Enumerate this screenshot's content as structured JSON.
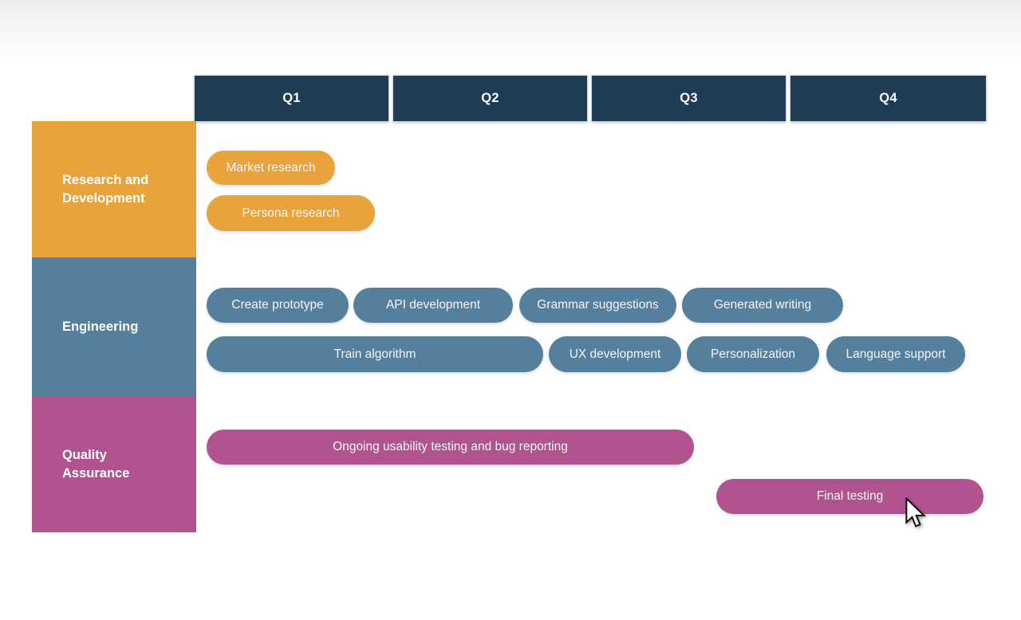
{
  "header": {
    "quarters": [
      {
        "label": "Q1"
      },
      {
        "label": "Q2"
      },
      {
        "label": "Q3"
      },
      {
        "label": "Q4"
      }
    ]
  },
  "rows": [
    {
      "label": "Research and Development",
      "color": "#e8a33d",
      "tasks": [
        {
          "label": "Market research"
        },
        {
          "label": "Persona research"
        }
      ]
    },
    {
      "label": "Engineering",
      "color": "#54809e",
      "tasks": [
        {
          "label": "Create prototype"
        },
        {
          "label": "API development"
        },
        {
          "label": "Grammar suggestions"
        },
        {
          "label": "Generated writing"
        },
        {
          "label": "Train algorithm"
        },
        {
          "label": "UX development"
        },
        {
          "label": "Personalization"
        },
        {
          "label": "Language support"
        }
      ]
    },
    {
      "label": "Quality Assurance",
      "color": "#b0538f",
      "tasks": [
        {
          "label": "Ongoing usability testing and bug reporting"
        },
        {
          "label": "Final testing"
        }
      ]
    }
  ],
  "colors": {
    "header_navy": "#1e3c55",
    "rnd_orange": "#e8a33d",
    "engineering_blue": "#54809e",
    "qa_magenta": "#b0538f",
    "pill_text": "#f4f5f4",
    "page_top_gradient": "#ececed"
  },
  "icons": {
    "cursor": "arrow-pointer-icon"
  }
}
